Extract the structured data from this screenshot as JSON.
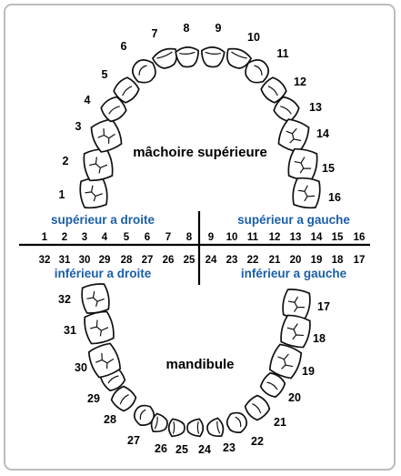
{
  "labels": {
    "upper_jaw": "mâchoire supérieure",
    "lower_jaw": "mandibule",
    "upper_right": "supérieur a droite",
    "upper_left": "supérieur a gauche",
    "lower_right": "inférieur a droite",
    "lower_left": "inférieur a gauche"
  },
  "colors": {
    "quadrant_label": "#1a5ea8",
    "line": "#000000",
    "frame": "#b9bcc0"
  },
  "upper_arch_numbers": [
    "1",
    "2",
    "3",
    "4",
    "5",
    "6",
    "7",
    "8",
    "9",
    "10",
    "11",
    "12",
    "13",
    "14",
    "15",
    "16"
  ],
  "lower_arch_numbers": [
    "17",
    "18",
    "19",
    "20",
    "21",
    "22",
    "23",
    "24",
    "25",
    "26",
    "27",
    "28",
    "29",
    "30",
    "31",
    "32"
  ],
  "grid_upper_row": [
    "1",
    "2",
    "3",
    "4",
    "5",
    "6",
    "7",
    "8",
    "9",
    "10",
    "11",
    "12",
    "13",
    "14",
    "15",
    "16"
  ],
  "grid_lower_row": [
    "32",
    "31",
    "30",
    "29",
    "28",
    "27",
    "26",
    "25",
    "24",
    "23",
    "22",
    "21",
    "20",
    "19",
    "18",
    "17"
  ]
}
